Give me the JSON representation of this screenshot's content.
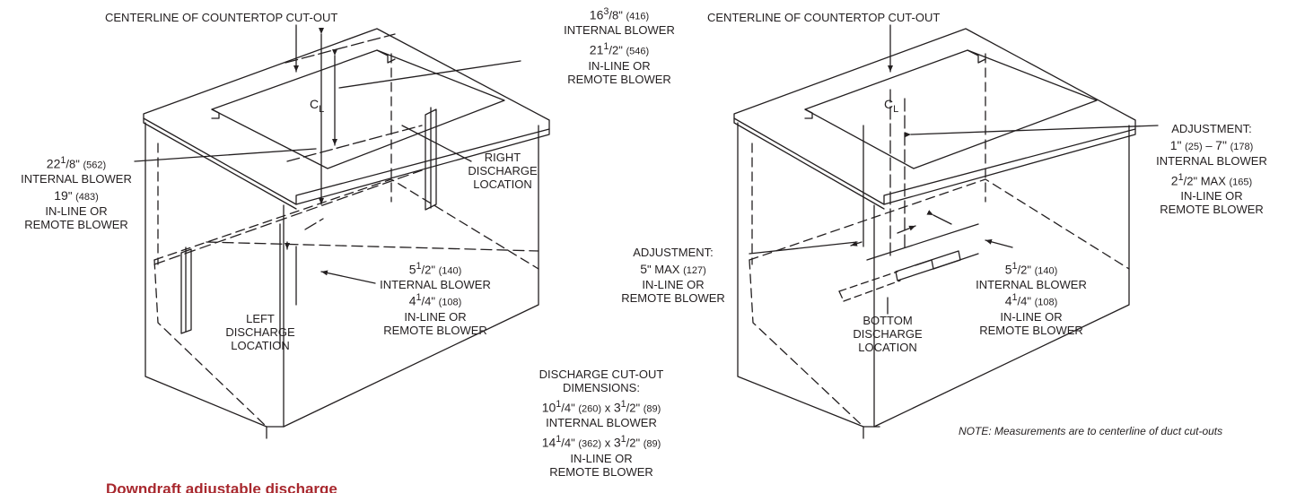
{
  "colors": {
    "ink": "#231f20",
    "caption": "#a8282e"
  },
  "left_figure": {
    "centerline_title": "CENTERLINE OF COUNTERTOP CUT-OUT",
    "cl_mark": "C",
    "cl_sub": "L",
    "top_dim": {
      "internal": {
        "whole": "16",
        "num": "3",
        "den": "8",
        "mm": "(416)",
        "label": "INTERNAL BLOWER"
      },
      "inline": {
        "whole": "21",
        "num": "1",
        "den": "2",
        "mm": "(546)",
        "label1": "IN-LINE OR",
        "label2": "REMOTE BLOWER"
      }
    },
    "side_dim": {
      "internal": {
        "whole": "22",
        "num": "1",
        "den": "8",
        "mm": "(562)",
        "label": "INTERNAL BLOWER"
      },
      "inline": {
        "whole": "19",
        "mm": "(483)",
        "label1": "IN-LINE OR",
        "label2": "REMOTE BLOWER"
      }
    },
    "right_discharge": [
      "RIGHT",
      "DISCHARGE",
      "LOCATION"
    ],
    "bottom_dim": {
      "internal": {
        "whole": "5",
        "num": "1",
        "den": "2",
        "mm": "(140)",
        "label": "INTERNAL BLOWER"
      },
      "inline": {
        "whole": "4",
        "num": "1",
        "den": "4",
        "mm": "(108)",
        "label1": "IN-LINE OR",
        "label2": "REMOTE BLOWER"
      }
    },
    "left_discharge": [
      "LEFT",
      "DISCHARGE",
      "LOCATION"
    ]
  },
  "right_figure": {
    "centerline_title": "CENTERLINE OF COUNTERTOP CUT-OUT",
    "cl_mark": "C",
    "cl_sub": "L",
    "adjustment_right": {
      "title": "ADJUSTMENT:",
      "internal": {
        "a": "1\"",
        "a_mm": "(25)",
        "b": "7\"",
        "b_mm": "(178)",
        "label": "INTERNAL BLOWER"
      },
      "inline": {
        "whole": "2",
        "num": "1",
        "den": "2",
        "suffix": "MAX",
        "mm": "(165)",
        "label1": "IN-LINE OR",
        "label2": "REMOTE BLOWER"
      }
    },
    "adjustment_left": {
      "title": "ADJUSTMENT:",
      "whole": "5",
      "suffix": "MAX",
      "mm": "(127)",
      "label1": "IN-LINE OR",
      "label2": "REMOTE BLOWER"
    },
    "bottom_dim": {
      "internal": {
        "whole": "5",
        "num": "1",
        "den": "2",
        "mm": "(140)",
        "label": "INTERNAL BLOWER"
      },
      "inline": {
        "whole": "4",
        "num": "1",
        "den": "4",
        "mm": "(108)",
        "label1": "IN-LINE OR",
        "label2": "REMOTE BLOWER"
      }
    },
    "bottom_discharge": [
      "BOTTOM",
      "DISCHARGE",
      "LOCATION"
    ],
    "note": "NOTE: Measurements are to centerline of duct cut-outs"
  },
  "discharge_cutout": {
    "title1": "DISCHARGE CUT-OUT",
    "title2": "DIMENSIONS:",
    "internal": {
      "w_whole": "10",
      "w_num": "1",
      "w_den": "4",
      "w_mm": "(260)",
      "x": "x",
      "h_whole": "3",
      "h_num": "1",
      "h_den": "2",
      "h_mm": "(89)",
      "label": "INTERNAL BLOWER"
    },
    "inline": {
      "w_whole": "14",
      "w_num": "1",
      "w_den": "4",
      "w_mm": "(362)",
      "x": "x",
      "h_whole": "3",
      "h_num": "1",
      "h_den": "2",
      "h_mm": "(89)",
      "label1": "IN-LINE OR",
      "label2": "REMOTE BLOWER"
    }
  },
  "caption": "Downdraft adjustable discharge"
}
